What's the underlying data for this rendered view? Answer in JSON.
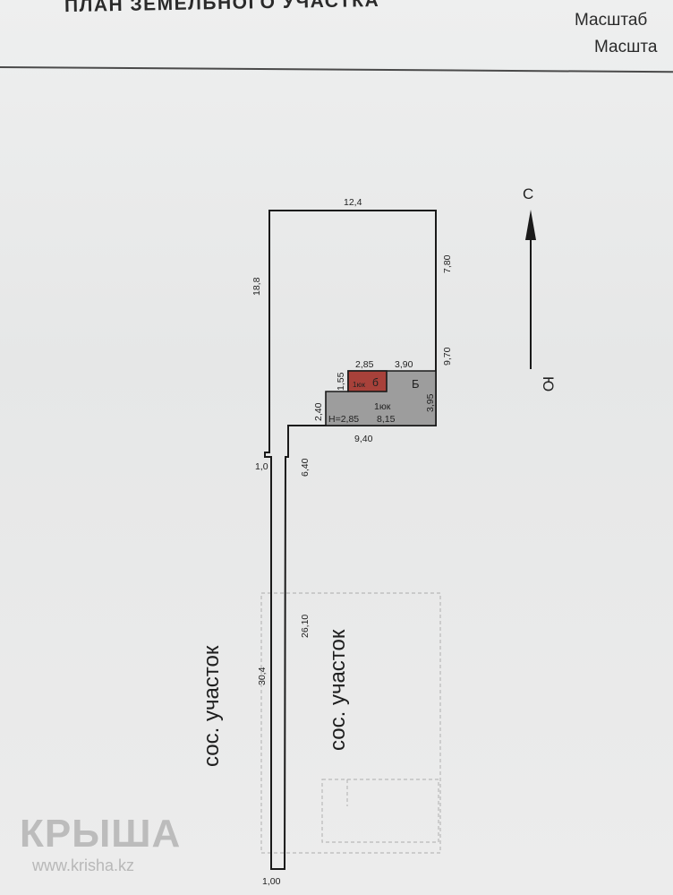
{
  "header": {
    "title": "ПЛАН ЗЕМЕЛЬНОГО УЧАСТКА",
    "scale_line1": "Масштаб",
    "scale_line2": "Масшта"
  },
  "compass": {
    "north": "С",
    "south": "Ю"
  },
  "plot": {
    "dim_top": "12,4",
    "dim_left": "18,8",
    "dim_right_upper": "7,80",
    "dim_right_lower": "9,70",
    "dim_neck_left": "1,0",
    "dim_neck_right": "6,40",
    "dim_strip": "26,10",
    "dim_strip_total": "30,4",
    "dim_bottom": "1,00"
  },
  "building": {
    "dim_top_left": "2,85",
    "dim_top_right": "3,90",
    "dim_left_upper": "1,55",
    "dim_left_lower": "2,40",
    "dim_right": "3,95",
    "dim_inner_bottom": "8,15",
    "dim_bottom": "9,40",
    "height_label": "Н=2,85",
    "room_main": "1юк",
    "room_small": "1юк",
    "letter_main": "Б",
    "letter_small": "б"
  },
  "neighbors": {
    "left": "сос. участок",
    "right": "сос. участок"
  },
  "watermark": {
    "logo": "КРЫША",
    "url": "www.krisha.kz"
  },
  "colors": {
    "building_fill": "#9d9d9d",
    "annex_fill": "#a8413a",
    "line": "#1a1a1a"
  }
}
